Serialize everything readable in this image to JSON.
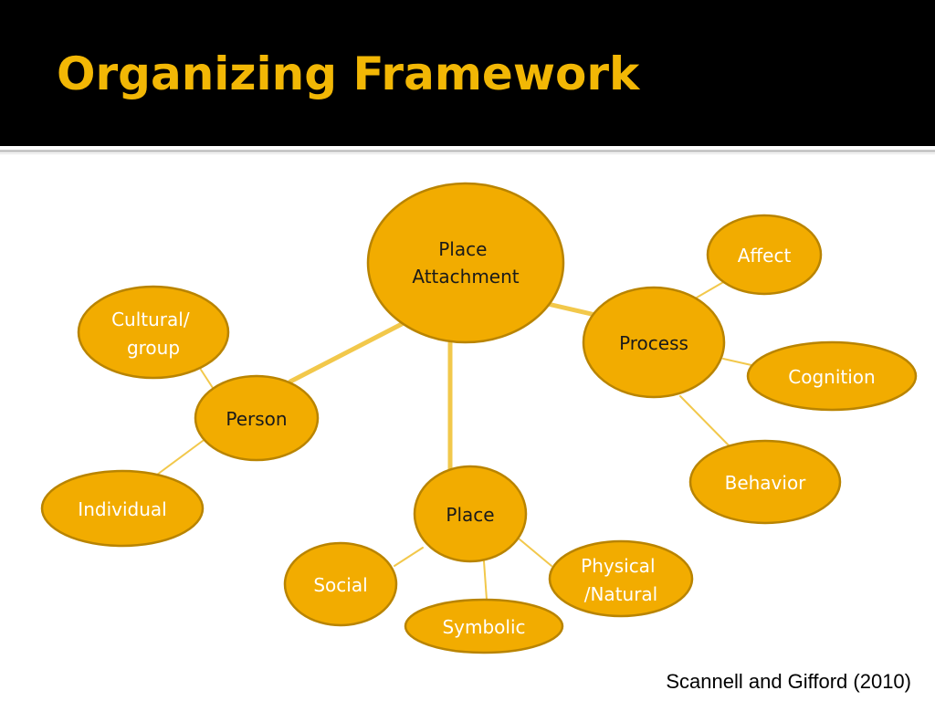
{
  "title": "Organizing Framework",
  "citation": "Scannell and Gifford (2010)",
  "colors": {
    "title": "#f2b705",
    "node_fill": "#f2ac00",
    "node_stroke": "#b98400",
    "connector": "#f2c84b"
  },
  "nodes": {
    "place_attachment": {
      "lines": [
        "Place",
        "Attachment"
      ]
    },
    "process": {
      "lines": [
        "Process"
      ]
    },
    "affect": {
      "lines": [
        "Affect"
      ]
    },
    "cognition": {
      "lines": [
        "Cognition"
      ]
    },
    "behavior": {
      "lines": [
        "Behavior"
      ]
    },
    "person": {
      "lines": [
        "Person"
      ]
    },
    "cultural_group": {
      "lines": [
        "Cultural/",
        "group"
      ]
    },
    "individual": {
      "lines": [
        "Individual"
      ]
    },
    "place": {
      "lines": [
        "Place"
      ]
    },
    "social": {
      "lines": [
        "Social"
      ]
    },
    "symbolic": {
      "lines": [
        "Symbolic"
      ]
    },
    "physical_natural": {
      "lines": [
        "Physical",
        "/Natural"
      ]
    }
  }
}
